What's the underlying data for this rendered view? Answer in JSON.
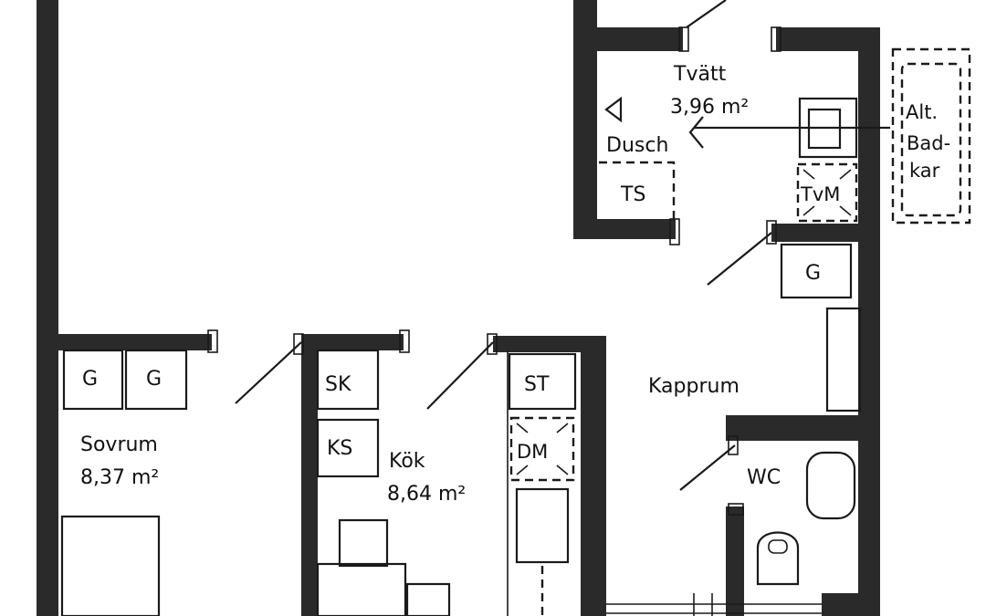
{
  "rooms": {
    "tvatt": {
      "name": "Tvätt",
      "area": "3,96 m²"
    },
    "sovrum": {
      "name": "Sovrum",
      "area": "8,37 m²"
    },
    "kok": {
      "name": "Kök",
      "area": "8,64 m²"
    },
    "kapprum": {
      "name": "Kapprum"
    },
    "wc": {
      "name": "WC"
    }
  },
  "fixtures": {
    "dusch": "Dusch",
    "ts": "TS",
    "tvm": "TvM",
    "g_hall": "G",
    "g_sovrum_1": "G",
    "g_sovrum_2": "G",
    "sk": "SK",
    "ks": "KS",
    "st": "ST",
    "dm": "DM"
  },
  "alt_badkar": {
    "line1": "Alt.",
    "line2": "Bad-",
    "line3": "kar"
  }
}
